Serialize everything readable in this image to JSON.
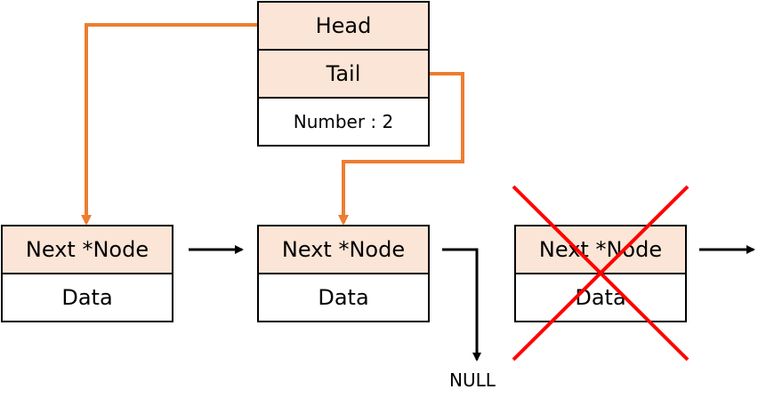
{
  "list_header": {
    "head_label": "Head",
    "tail_label": "Tail",
    "count_label": "Number : 2"
  },
  "nodes": [
    {
      "next_label": "Next *Node",
      "data_label": "Data"
    },
    {
      "next_label": "Next *Node",
      "data_label": "Data"
    },
    {
      "next_label": "Next *Node",
      "data_label": "Data",
      "deleted": true
    }
  ],
  "null_label": "NULL",
  "colors": {
    "field_fill": "#fbe5d6",
    "pointer": "#ed7d31",
    "delete_mark": "#ff0000",
    "border": "#000000"
  }
}
